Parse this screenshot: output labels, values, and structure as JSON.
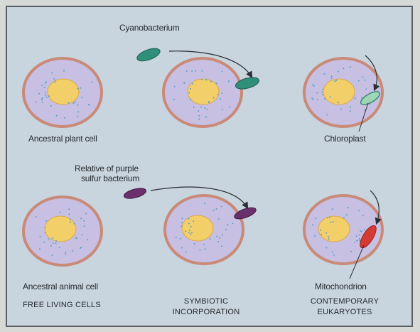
{
  "labels": {
    "cyanobacterium": "Cyanobacterium",
    "ancestral_plant_cell": "Ancestral plant cell",
    "chloroplast": "Chloroplast",
    "purple_bacterium_line1": "Relative of purple",
    "purple_bacterium_line2": "sulfur bacterium",
    "ancestral_animal_cell": "Ancestral animal cell",
    "mitochondrion": "Mitochondrion"
  },
  "captions": {
    "free_living": "FREE LIVING CELLS",
    "symbiotic_line1": "SYMBIOTIC",
    "symbiotic_line2": "INCORPORATION",
    "contemporary_line1": "CONTEMPORARY",
    "contemporary_line2": "EUKARYOTES"
  },
  "colors": {
    "cell_fill": "#c8c0e2",
    "cell_border": "#c98a78",
    "nucleus": "#f3cf6a",
    "cyanobacterium": "#2f8f78",
    "chloroplast": "#9fd6b8",
    "purple_bacterium": "#6b2f6e",
    "mitochondrion": "#d63a34"
  }
}
